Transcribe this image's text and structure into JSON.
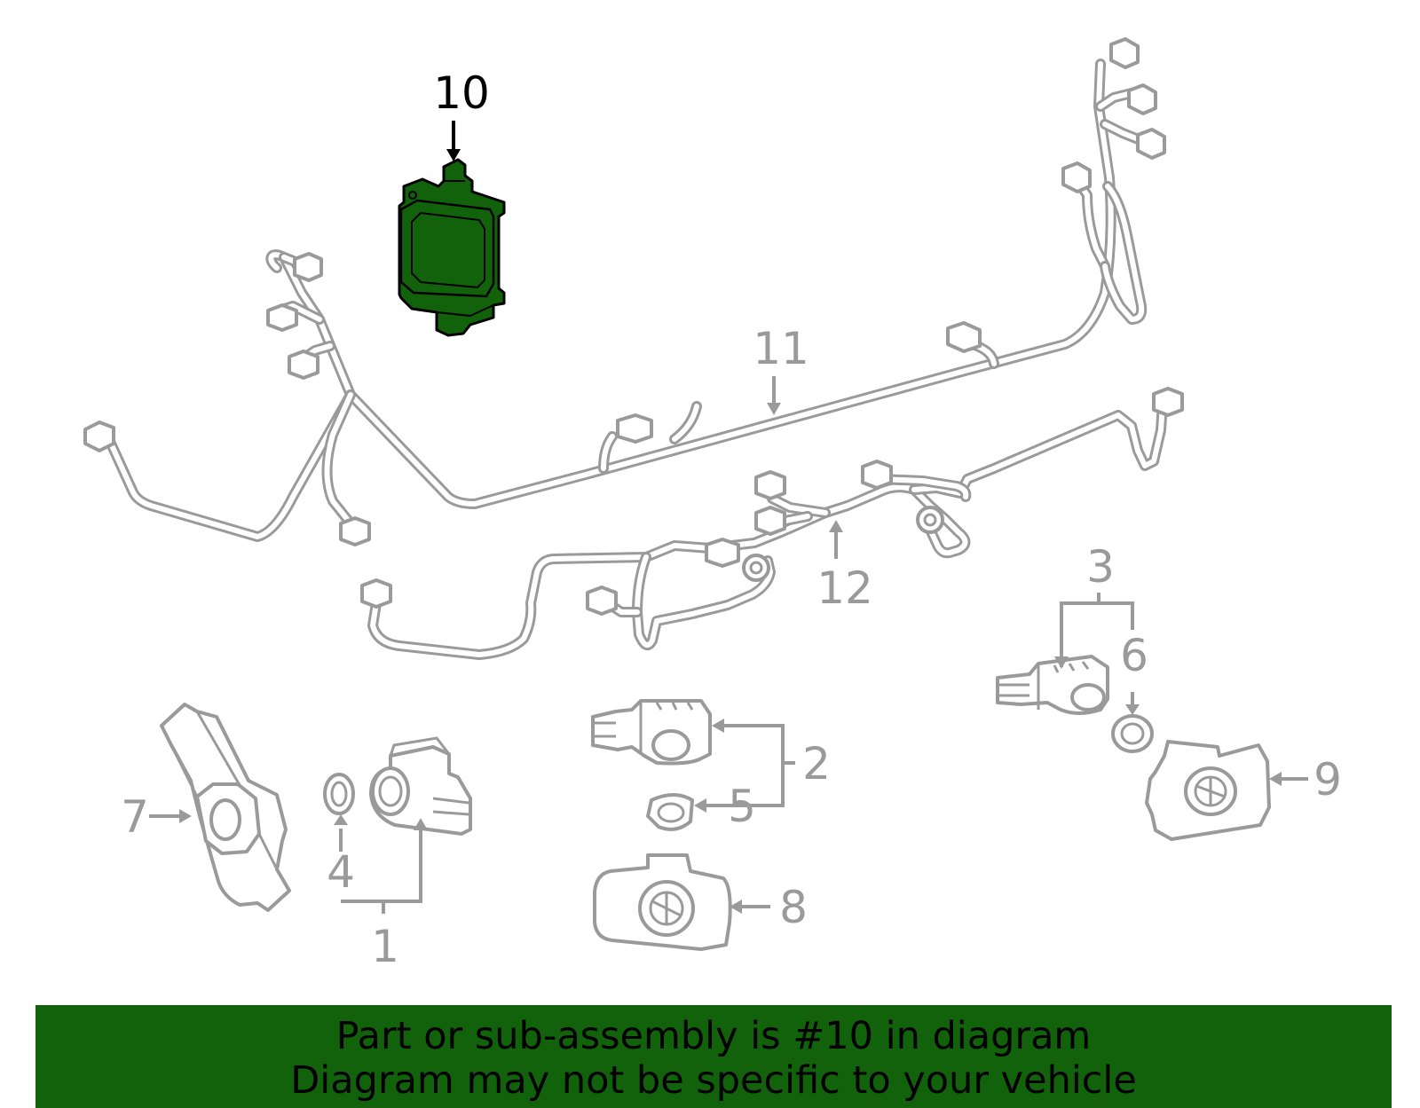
{
  "diagram": {
    "highlight_color": "#11620a",
    "callouts": {
      "c1": "1",
      "c2": "2",
      "c3": "3",
      "c4": "4",
      "c5": "5",
      "c6": "6",
      "c7": "7",
      "c8": "8",
      "c9": "9",
      "c10": "10",
      "c11": "11",
      "c12": "12"
    }
  },
  "banner": {
    "line1": "Part or sub-assembly is #10 in diagram",
    "line2": "Diagram may not be specific to your vehicle"
  }
}
